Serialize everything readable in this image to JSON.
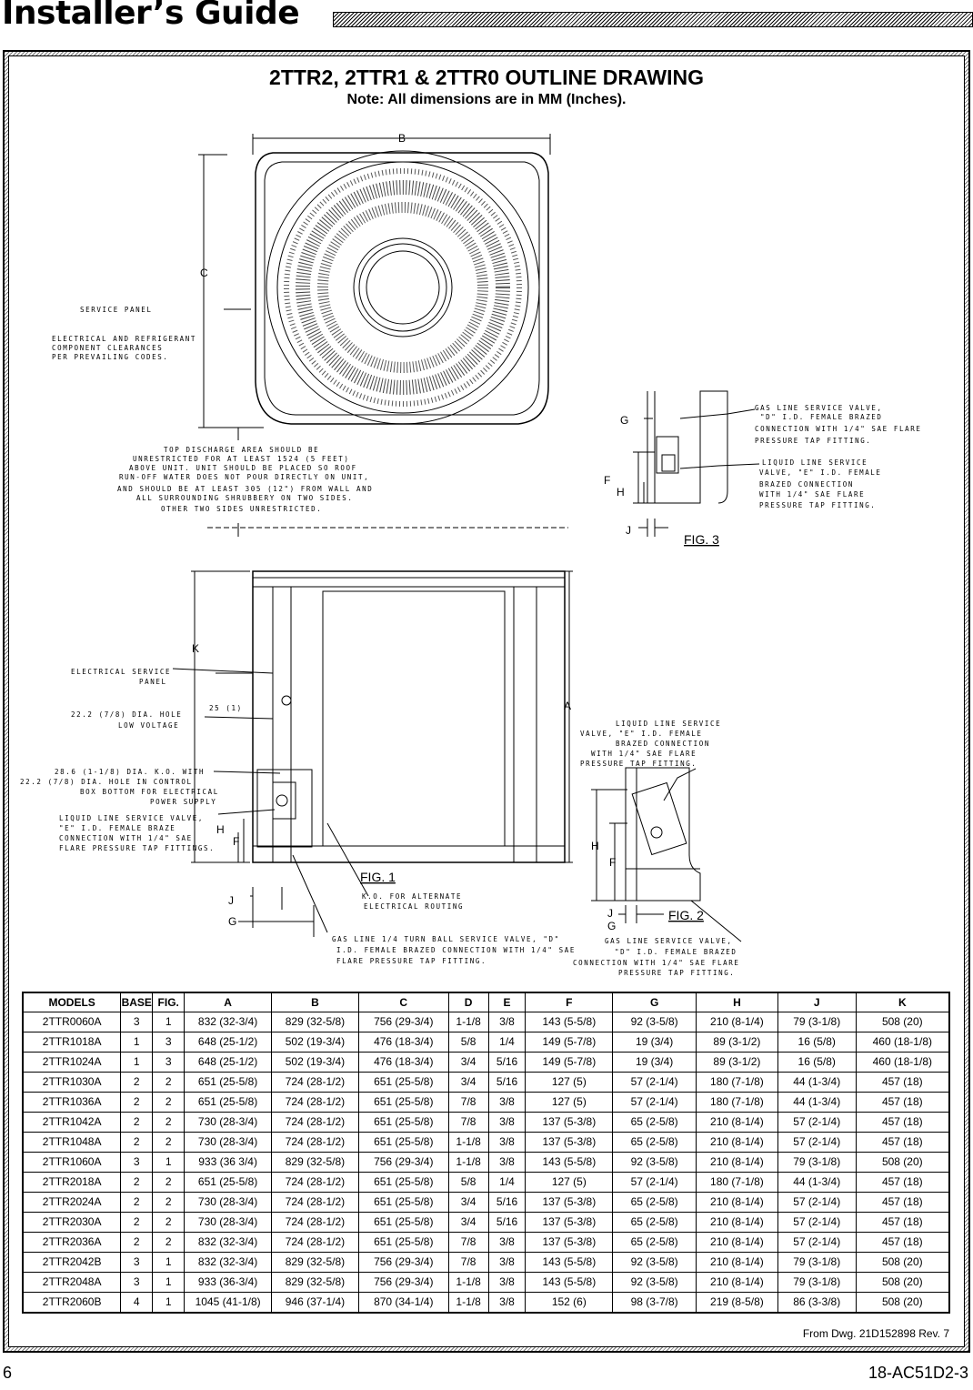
{
  "header": {
    "title": "Installer’s Guide"
  },
  "drawing": {
    "title": "2TTR2, 2TTR1 & 2TTR0 OUTLINE DRAWING",
    "note": "Note: All dimensions are in MM (Inches).",
    "dims": {
      "a": "A",
      "b": "B",
      "c": "C",
      "f": "F",
      "g": "G",
      "h": "H",
      "j": "J",
      "k": "K",
      "clear25": "25 (1)"
    },
    "figs": {
      "fig1": "FIG. 1",
      "fig2": "FIG. 2",
      "fig3": "FIG. 3"
    },
    "callouts": {
      "service_panel": "SERVICE PANEL",
      "clearances": [
        "ELECTRICAL AND REFRIGERANT",
        "COMPONENT CLEARANCES",
        "PER PREVAILING CODES."
      ],
      "top_discharge": [
        "TOP DISCHARGE AREA SHOULD BE",
        "UNRESTRICTED FOR AT LEAST 1524 (5 FEET)",
        "ABOVE UNIT. UNIT SHOULD BE PLACED SO ROOF",
        "RUN-OFF WATER DOES NOT POUR DIRECTLY ON UNIT,",
        "AND SHOULD BE AT LEAST 305 (12\") FROM WALL AND",
        "ALL SURROUNDING SHRUBBERY ON TWO SIDES.",
        "OTHER TWO SIDES UNRESTRICTED."
      ],
      "gas_valve_fig3": [
        "GAS LINE SERVICE VALVE,",
        "\"D\" I.D. FEMALE BRAZED",
        "CONNECTION WITH 1/4\" SAE FLARE",
        "PRESSURE TAP FITTING."
      ],
      "liquid_valve_fig3": [
        "LIQUID LINE SERVICE",
        "VALVE, \"E\" I.D. FEMALE",
        "BRAZED CONNECTION",
        "WITH 1/4\" SAE FLARE",
        "PRESSURE TAP FITTING."
      ],
      "electrical_panel": [
        "ELECTRICAL SERVICE",
        "PANEL"
      ],
      "low_voltage": [
        "22.2 (7/8) DIA. HOLE",
        "LOW VOLTAGE"
      ],
      "ko_control": [
        "28.6 (1-1/8) DIA. K.O. WITH",
        "22.2 (7/8) DIA. HOLE IN CONTROL",
        "BOX BOTTOM FOR ELECTRICAL",
        "POWER SUPPLY"
      ],
      "liquid_valve_fig1": [
        "LIQUID LINE SERVICE VALVE,",
        "\"E\" I.D. FEMALE BRAZE",
        "CONNECTION WITH 1/4\" SAE",
        "FLARE PRESSURE TAP FITTINGS."
      ],
      "ko_alt": [
        "K.O. FOR ALTERNATE",
        "ELECTRICAL ROUTING"
      ],
      "gas_ball_valve": [
        "GAS LINE 1/4 TURN BALL SERVICE VALVE, \"D\"",
        "I.D. FEMALE BRAZED CONNECTION WITH 1/4\" SAE",
        "FLARE PRESSURE TAP FITTING."
      ],
      "liquid_valve_fig2": [
        "LIQUID LINE SERVICE",
        "VALVE, \"E\" I.D. FEMALE",
        "BRAZED CONNECTION",
        "WITH 1/4\" SAE FLARE",
        "PRESSURE TAP FITTING."
      ],
      "gas_valve_fig2": [
        "GAS LINE SERVICE VALVE,",
        "\"D\" I.D. FEMALE BRAZED",
        "CONNECTION WITH 1/4\" SAE FLARE",
        "PRESSURE TAP FITTING."
      ]
    }
  },
  "table": {
    "headers": [
      "MODELS",
      "BASE",
      "FIG.",
      "A",
      "B",
      "C",
      "D",
      "E",
      "F",
      "G",
      "H",
      "J",
      "K"
    ],
    "rows": [
      [
        "2TTR0060A",
        "3",
        "1",
        "832 (32-3/4)",
        "829 (32-5/8)",
        "756 (29-3/4)",
        "1-1/8",
        "3/8",
        "143 (5-5/8)",
        "92 (3-5/8)",
        "210 (8-1/4)",
        "79 (3-1/8)",
        "508 (20)"
      ],
      [
        "2TTR1018A",
        "1",
        "3",
        "648 (25-1/2)",
        "502 (19-3/4)",
        "476 (18-3/4)",
        "5/8",
        "1/4",
        "149 (5-7/8)",
        "19 (3/4)",
        "89 (3-1/2)",
        "16 (5/8)",
        "460 (18-1/8)"
      ],
      [
        "2TTR1024A",
        "1",
        "3",
        "648 (25-1/2)",
        "502 (19-3/4)",
        "476 (18-3/4)",
        "3/4",
        "5/16",
        "149 (5-7/8)",
        "19 (3/4)",
        "89 (3-1/2)",
        "16 (5/8)",
        "460 (18-1/8)"
      ],
      [
        "2TTR1030A",
        "2",
        "2",
        "651 (25-5/8)",
        "724 (28-1/2)",
        "651 (25-5/8)",
        "3/4",
        "5/16",
        "127 (5)",
        "57 (2-1/4)",
        "180 (7-1/8)",
        "44 (1-3/4)",
        "457 (18)"
      ],
      [
        "2TTR1036A",
        "2",
        "2",
        "651 (25-5/8)",
        "724 (28-1/2)",
        "651 (25-5/8)",
        "7/8",
        "3/8",
        "127 (5)",
        "57 (2-1/4)",
        "180 (7-1/8)",
        "44 (1-3/4)",
        "457 (18)"
      ],
      [
        "2TTR1042A",
        "2",
        "2",
        "730 (28-3/4)",
        "724 (28-1/2)",
        "651 (25-5/8)",
        "7/8",
        "3/8",
        "137 (5-3/8)",
        "65 (2-5/8)",
        "210 (8-1/4)",
        "57 (2-1/4)",
        "457 (18)"
      ],
      [
        "2TTR1048A",
        "2",
        "2",
        "730 (28-3/4)",
        "724 (28-1/2)",
        "651 (25-5/8)",
        "1-1/8",
        "3/8",
        "137 (5-3/8)",
        "65 (2-5/8)",
        "210 (8-1/4)",
        "57 (2-1/4)",
        "457 (18)"
      ],
      [
        "2TTR1060A",
        "3",
        "1",
        "933 (36 3/4)",
        "829 (32-5/8)",
        "756 (29-3/4)",
        "1-1/8",
        "3/8",
        "143 (5-5/8)",
        "92 (3-5/8)",
        "210 (8-1/4)",
        "79 (3-1/8)",
        "508 (20)"
      ],
      [
        "2TTR2018A",
        "2",
        "2",
        "651 (25-5/8)",
        "724 (28-1/2)",
        "651 (25-5/8)",
        "5/8",
        "1/4",
        "127 (5)",
        "57 (2-1/4)",
        "180 (7-1/8)",
        "44 (1-3/4)",
        "457 (18)"
      ],
      [
        "2TTR2024A",
        "2",
        "2",
        "730 (28-3/4)",
        "724 (28-1/2)",
        "651 (25-5/8)",
        "3/4",
        "5/16",
        "137 (5-3/8)",
        "65 (2-5/8)",
        "210 (8-1/4)",
        "57 (2-1/4)",
        "457 (18)"
      ],
      [
        "2TTR2030A",
        "2",
        "2",
        "730 (28-3/4)",
        "724 (28-1/2)",
        "651 (25-5/8)",
        "3/4",
        "5/16",
        "137 (5-3/8)",
        "65 (2-5/8)",
        "210 (8-1/4)",
        "57 (2-1/4)",
        "457 (18)"
      ],
      [
        "2TTR2036A",
        "2",
        "2",
        "832 (32-3/4)",
        "724 (28-1/2)",
        "651 (25-5/8)",
        "7/8",
        "3/8",
        "137 (5-3/8)",
        "65 (2-5/8)",
        "210 (8-1/4)",
        "57 (2-1/4)",
        "457 (18)"
      ],
      [
        "2TTR2042B",
        "3",
        "1",
        "832 (32-3/4)",
        "829 (32-5/8)",
        "756 (29-3/4)",
        "7/8",
        "3/8",
        "143 (5-5/8)",
        "92 (3-5/8)",
        "210 (8-1/4)",
        "79 (3-1/8)",
        "508 (20)"
      ],
      [
        "2TTR2048A",
        "3",
        "1",
        "933 (36-3/4)",
        "829 (32-5/8)",
        "756 (29-3/4)",
        "1-1/8",
        "3/8",
        "143 (5-5/8)",
        "92 (3-5/8)",
        "210 (8-1/4)",
        "79 (3-1/8)",
        "508 (20)"
      ],
      [
        "2TTR2060B",
        "4",
        "1",
        "1045 (41-1/8)",
        "946 (37-1/4)",
        "870 (34-1/4)",
        "1-1/8",
        "3/8",
        "152 (6)",
        "98 (3-7/8)",
        "219 (8-5/8)",
        "86 (3-3/8)",
        "508 (20)"
      ]
    ]
  },
  "footer": {
    "from_dwg": "From Dwg. 21D152898  Rev. 7",
    "page_number": "6",
    "doc_code": "18-AC51D2-3"
  }
}
